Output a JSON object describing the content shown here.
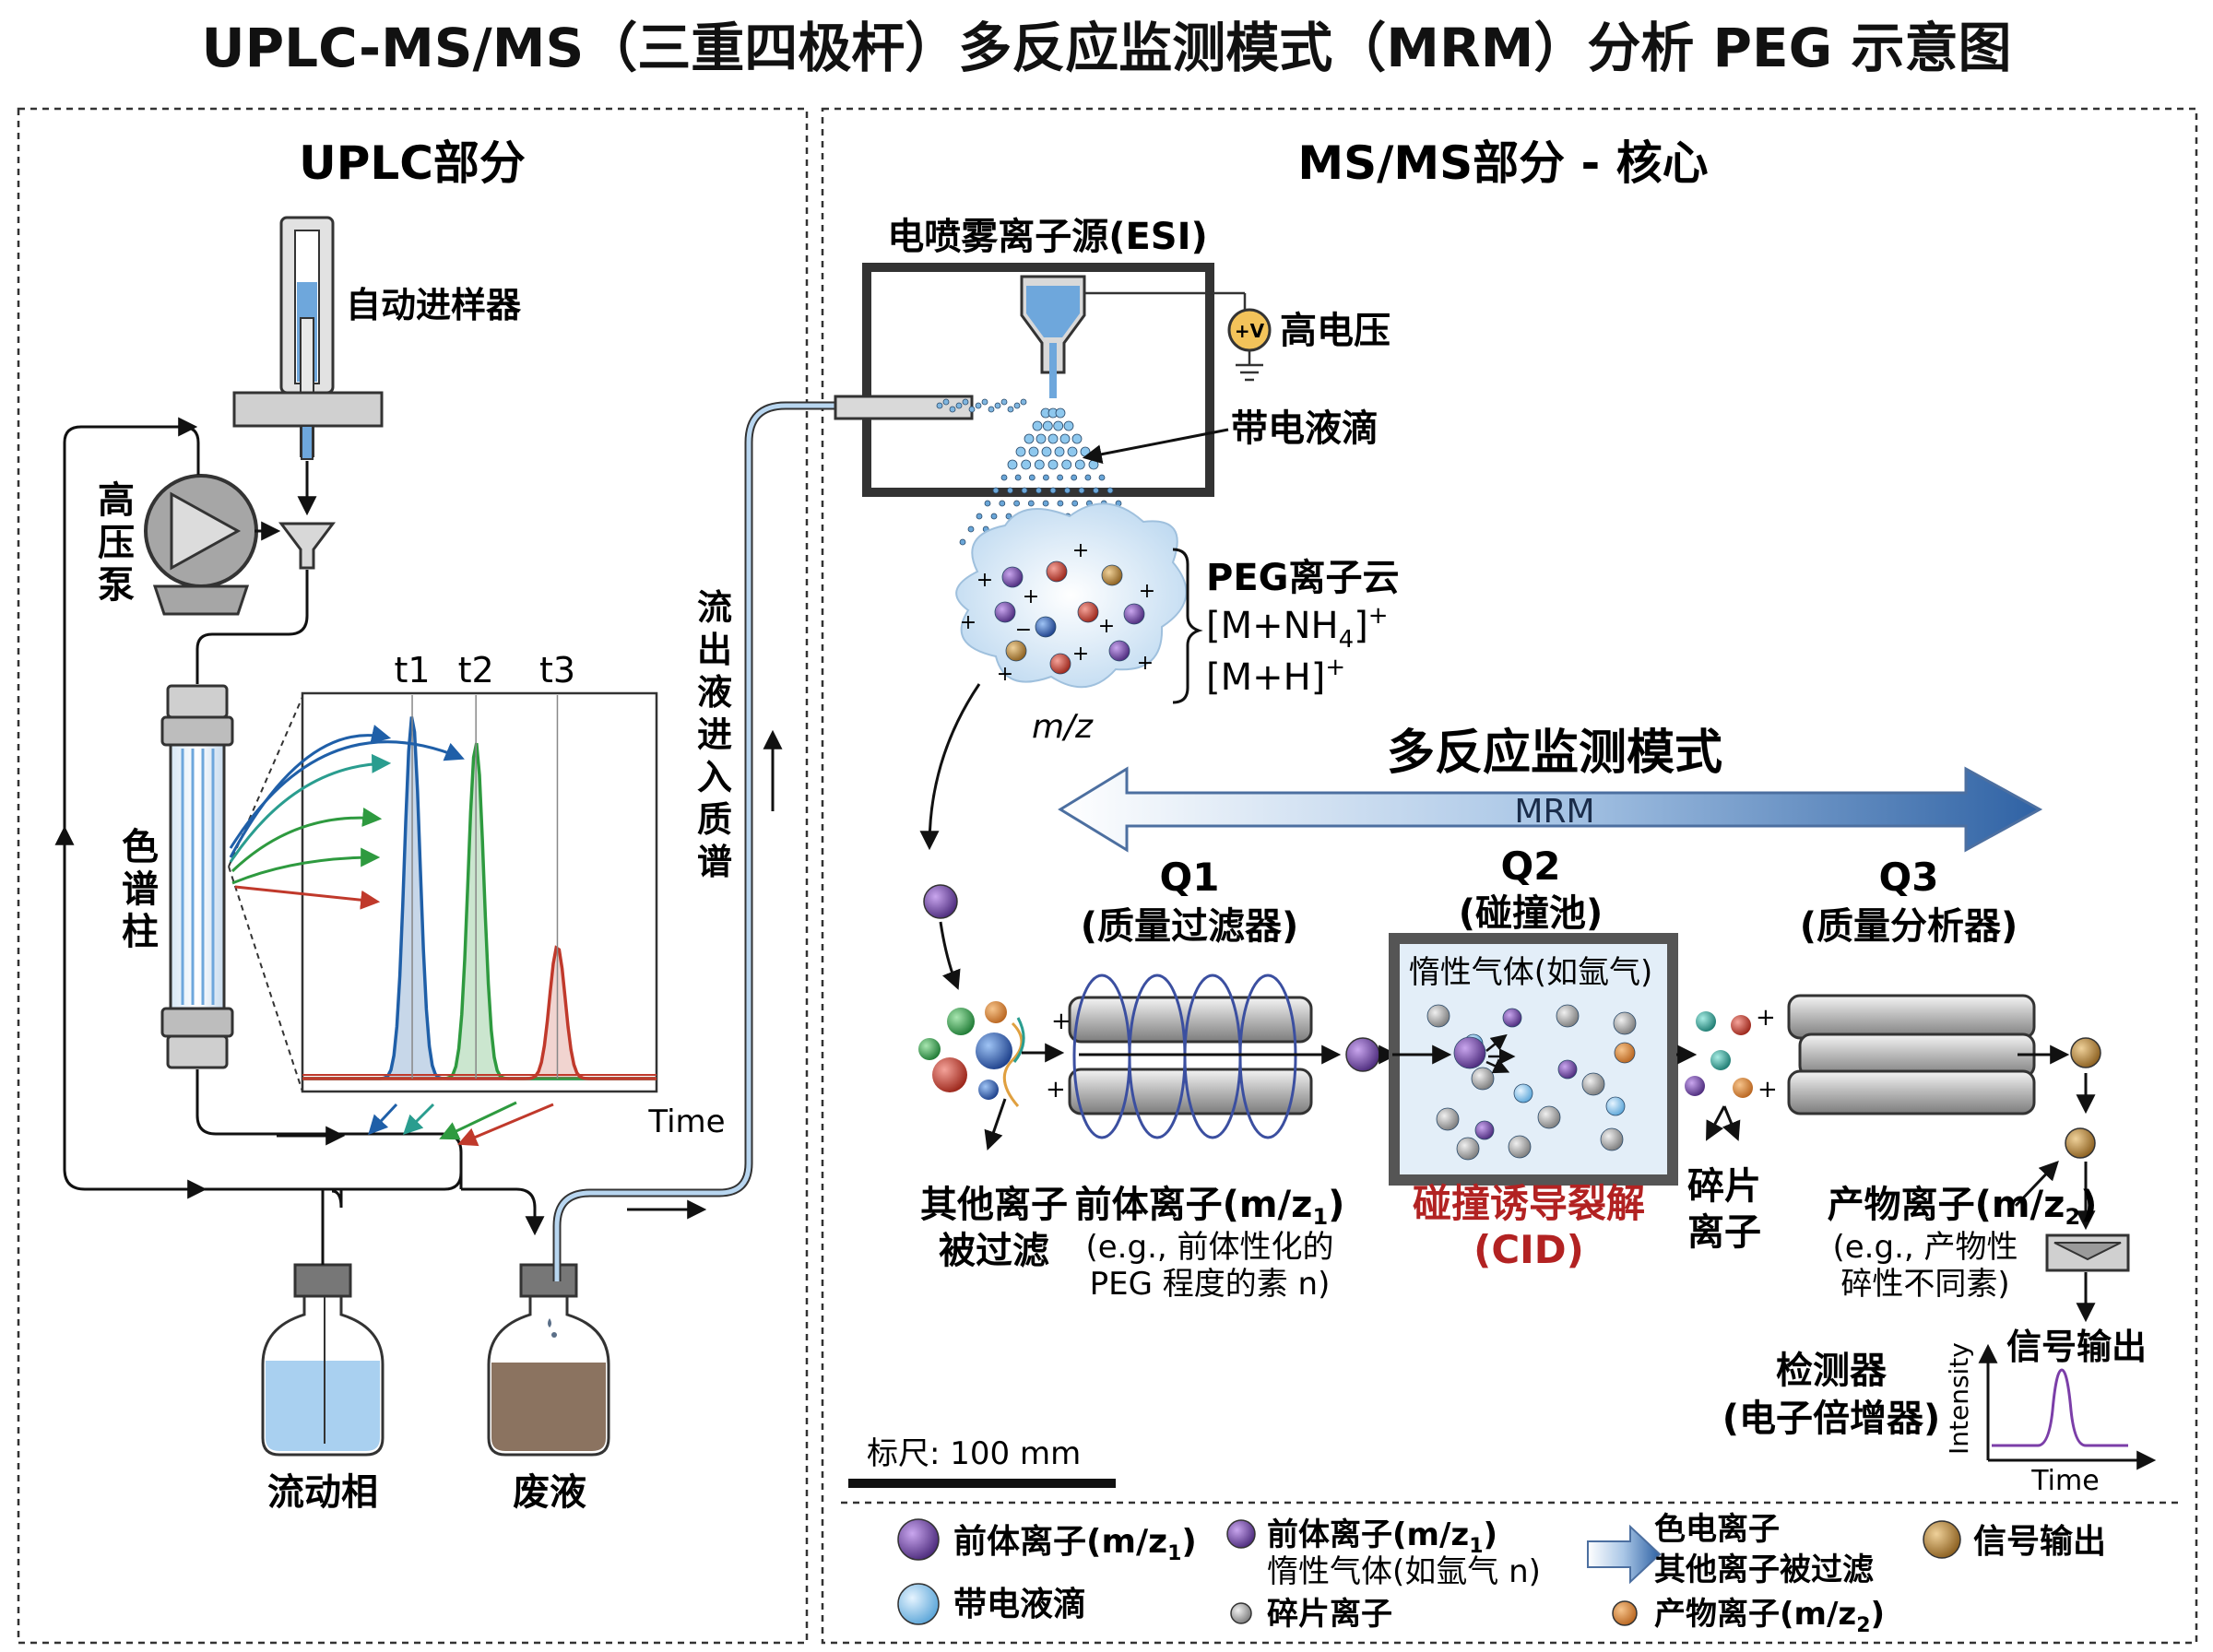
{
  "title": "UPLC-MS/MS（三重四极杆）多反应监测模式（MRM）分析 PEG 示意图",
  "uplc": {
    "heading": "UPLC部分",
    "autosampler": "自动进样器",
    "pump": [
      "高",
      "压",
      "泵"
    ],
    "column": [
      "色",
      "谱",
      "柱"
    ],
    "peaks": [
      "t1",
      "t2",
      "t3"
    ],
    "time_label": "Time",
    "mobile_phase": "流动相",
    "waste": "废液",
    "to_ms": [
      "流",
      "出",
      "液",
      "进",
      "入",
      "质",
      "谱"
    ]
  },
  "ms": {
    "heading": "MS/MS部分 - 核心",
    "esi": "电喷雾离子源(ESI)",
    "voltage_symbol": "+V",
    "voltage": "高电压",
    "droplets": "带电液滴",
    "cloud_title": "PEG离子云",
    "adduct1": "[M+NH",
    "adduct1_sub": "4",
    "adduct1_end": "]",
    "adduct1_sup": "+",
    "adduct2": "[M+H]",
    "adduct2_sup": "+",
    "mz": "m/z",
    "mode_cn": "多反应监测模式",
    "mode_en": "MRM",
    "q1": "Q1",
    "q1_desc": "(质量过滤器)",
    "q2": "Q2",
    "q2_desc": "(碰撞池)",
    "q3": "Q3",
    "q3_desc": "(质量分析器)",
    "inert_gas": "惰性气体(如氩气)",
    "other_ions": [
      "其他离子",
      "被过滤"
    ],
    "precursor": "前体离子(m/z",
    "precursor_sub": "1",
    "precursor_note": [
      "(e.g., 前体性化的",
      "PEG 程度的素 n)"
    ],
    "cid": [
      "碰撞诱导裂解",
      "(CID)"
    ],
    "fragment": [
      "碎片",
      "离子"
    ],
    "product": "产物离子(m/z",
    "product_sub": "2",
    "product_note": [
      "(e.g., 产物性",
      "碎性不同素)"
    ],
    "detector": [
      "检测器",
      "(电子倍增器)"
    ],
    "signal": "信号输出",
    "intensity": "Intensity",
    "time": "Time",
    "scale": "标尺: 100 mm",
    "plus": "+",
    "minus": "−"
  },
  "legend": {
    "precursor": "前体离子(m/z",
    "precursor_sub": "1",
    "droplet": "带电液滴",
    "inert1": "前体离子(m/z",
    "inert1_sub": "1",
    "inert2": "惰性气体(如氩气 n)",
    "fragment": "碎片离子",
    "arrow1": "色电离子",
    "arrow2": "其他离子被过滤",
    "product": "产物离子(m/z",
    "product_sub": "2",
    "signal": "信号输出"
  },
  "colors": {
    "purple": "#6a3d9a",
    "blue": "#1f5fa8",
    "green": "#2e9a3f",
    "red": "#c0392b",
    "teal": "#2a9d8f",
    "accent_red": "#b22222"
  },
  "chart_data": {
    "type": "line",
    "x": "Time",
    "peak_labels": [
      "t1",
      "t2",
      "t3"
    ],
    "series": [
      {
        "peak_center": 0.31,
        "height": 0.96
      },
      {
        "peak_center": 0.49,
        "height": 0.89
      },
      {
        "peak_center": 0.72,
        "height": 0.35
      }
    ]
  }
}
